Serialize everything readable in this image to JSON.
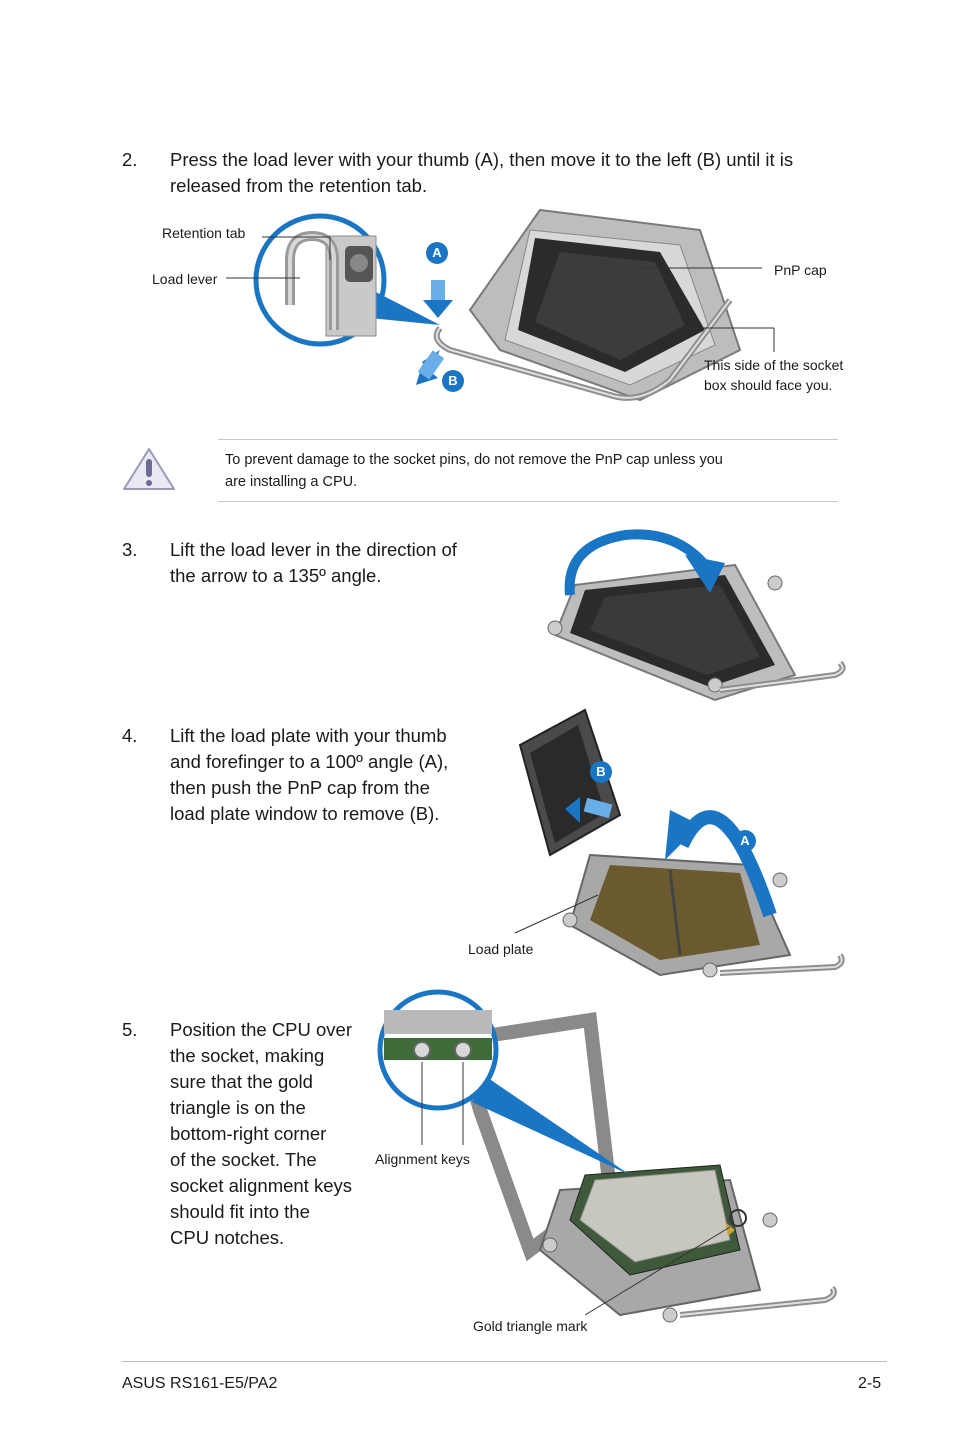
{
  "steps": [
    {
      "num": "2.",
      "lines": [
        "Press the load lever with your thumb (A), then move it to the left (B) until it is",
        "released from the retention tab."
      ]
    },
    {
      "num": "3.",
      "lines": [
        "Lift the load lever in the direction of",
        "the arrow to a 135º angle."
      ]
    },
    {
      "num": "4.",
      "lines": [
        "Lift the load plate with your thumb",
        "and forefinger to a 100º angle (A),",
        "then push the PnP cap from the",
        "load plate window to remove (B)."
      ]
    },
    {
      "num": "5.",
      "lines": [
        "Position the CPU over",
        "the socket, making",
        "sure that the gold",
        "triangle is on the",
        "bottom-right corner",
        "of the socket. The",
        "socket alignment keys",
        "should fit into the",
        "CPU notches."
      ]
    }
  ],
  "figure1": {
    "retention_tab": "Retention tab",
    "load_lever": "Load lever",
    "pnp_cap": "PnP cap",
    "socket_side": [
      "This side of the socket",
      "box should face you."
    ],
    "marker_a": "A",
    "marker_b": "B"
  },
  "caution": {
    "icon": "warning-triangle-icon",
    "lines": [
      "To prevent damage to the socket pins, do not remove the PnP cap unless you",
      "are installing a CPU."
    ]
  },
  "figure3": {
    "marker_a": "A",
    "marker_b": "B",
    "load_plate": "Load plate"
  },
  "figure4": {
    "alignment_keys": "Alignment keys",
    "gold_triangle": "Gold triangle mark"
  },
  "footer": {
    "model": "ASUS RS161-E5/PA2",
    "page": "2-5"
  },
  "colors": {
    "accent_blue": "#1a75c4",
    "metal": "#a8a8a8",
    "socket_dark": "#2b2b2b"
  }
}
